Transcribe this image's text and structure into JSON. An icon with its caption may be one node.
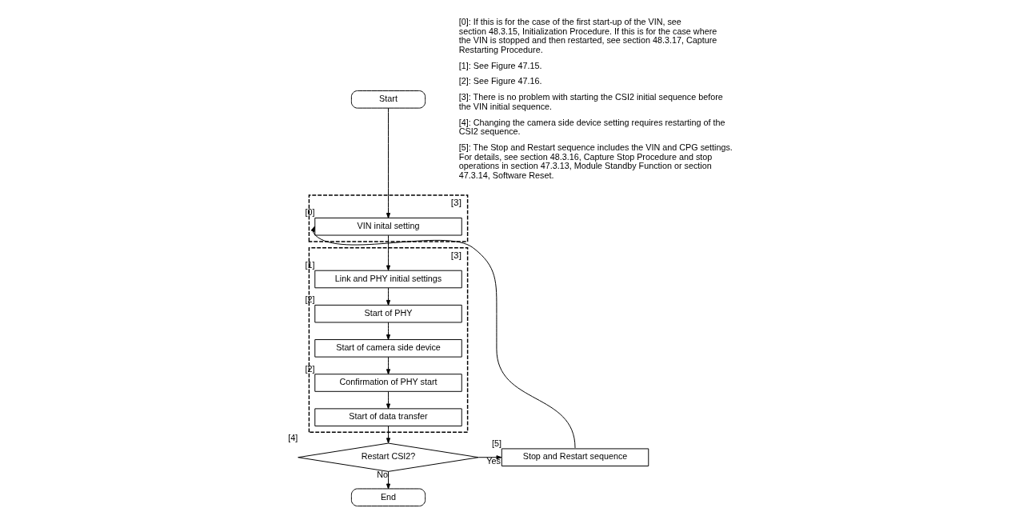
{
  "diagram": {
    "nodes": [
      {
        "text": [
          "Start"
        ]
      },
      {
        "text": [
          "[3]"
        ]
      },
      {
        "text": [
          "VIN inital setting"
        ],
        "in": 1,
        "beside": [
          "[0]"
        ]
      },
      {
        "text": [
          "[3]"
        ]
      },
      {
        "text": [
          "Link and PHY initial settings"
        ],
        "in": 3,
        "beside": [
          "[1]"
        ]
      },
      {
        "text": [
          "Start of PHY"
        ],
        "in": 3,
        "beside": [
          "[2]"
        ]
      },
      {
        "text": [
          "Start of camera side device"
        ],
        "in": 3
      },
      {
        "text": [
          "Confirmation of PHY start"
        ],
        "in": 3,
        "beside": [
          "[2]"
        ]
      },
      {
        "text": [
          "Start of data transfer"
        ],
        "in": 3
      },
      {
        "text": [
          "Stop and Restart sequence"
        ],
        "beside": [
          "[5]"
        ]
      },
      {
        "text": [
          "Restart CSI2?"
        ],
        "beside": [
          "[4]"
        ]
      },
      {
        "text": [
          "End"
        ]
      }
    ],
    "edges": [
      {
        "from": 0,
        "to": 2,
        "arrow": "to"
      },
      {
        "from": 2,
        "to": 4,
        "arrow": "to"
      },
      {
        "from": 4,
        "to": 5,
        "arrow": "to"
      },
      {
        "from": 5,
        "to": 6,
        "arrow": "to"
      },
      {
        "from": 6,
        "to": 7,
        "arrow": "to"
      },
      {
        "from": 7,
        "to": 8,
        "arrow": "to"
      },
      {
        "from": 8,
        "to": 10,
        "arrow": "to"
      },
      {
        "from": 10,
        "to": 9,
        "arrow": "to",
        "label": "Yes"
      },
      {
        "from": 9,
        "to": 2,
        "arrow": "to"
      },
      {
        "from": 10,
        "to": 11,
        "arrow": "to",
        "label": "No"
      }
    ],
    "labels": [
      "[0]: If this is for the case of the first start-up of the VIN, see section 48.3.15, Initialization Procedure. If this is for the case where the VIN is stopped and then restarted, see section 48.3.17, Capture Restarting Procedure.",
      "[1]: See Figure 47.15.",
      "[2]: See Figure 47.16.",
      "[3]: There is no problem with starting the CSI2 initial sequence before the VIN initial sequence.",
      "[4]: Changing the camera side device setting requires restarting of the CSI2 sequence.",
      "[5]: The Stop and Restart sequence includes the VIN and CPG settings. For details, see section 48.3.16, Capture Stop Procedure and stop operations in section 47.3.13, Module Standby Function or section 47.3.14, Software Reset."
    ]
  }
}
